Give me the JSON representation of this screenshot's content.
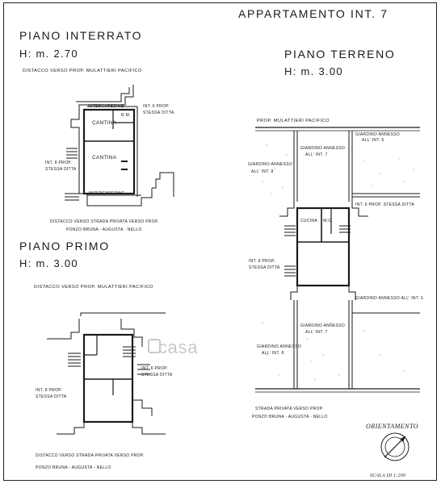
{
  "header": {
    "title": "APPARTAMENTO  INT. 7"
  },
  "interrato": {
    "title": "PIANO  INTERRATO",
    "height": "H:  m. 2.70",
    "top_note": "DISTACCO  VERSO  PROP. MULATTIERI  PACIFICO",
    "room1": "CANTINA",
    "room2": "CANTINA",
    "rm": "R.M.",
    "interc_top": "INTERCAPEDINE",
    "interc_bottom": "INTERCAPEDINE",
    "neighbor_right": "INT. 6  PROP.",
    "neighbor_right2": "STESSA  DITTA",
    "neighbor_left": "INT. 8  PROP.",
    "neighbor_left2": "STESSA  DITTA",
    "bottom_note1": "DISTACCO  VERSO  STRADA  PRIVATA  VERSO  PROP.",
    "bottom_note2": "PONZO  BRUNA - AUGUSTA - NELLO"
  },
  "terreno": {
    "title": "PIANO  TERRENO",
    "height": "H:  m. 3.00",
    "top_note": "PROP.  MULATTIERI  PACIFICO",
    "garden_a1": "GIARDINO  ANNESSO",
    "garden_a2": "ALL' INT. 7",
    "garden_b1": "GIARDINO  ANNESSO",
    "garden_b2": "ALL' INT. 6",
    "garden_c1": "GIARDINO  ANNESSO",
    "garden_c2": "ALL' INT. 8",
    "int6": "INT. 6  PROP.  STESSA  DITTA",
    "kitchen": "CUCINA",
    "wc": "W.C.",
    "int8a": "INT. 8  PROP.",
    "int8b": "STESSA  DITTA",
    "garden_d": "GIARDINO  ANNESSO  ALL' INT. 6",
    "garden_e1": "GIARDINO  ANNESSO",
    "garden_e2": "ALL' INT. 7",
    "garden_f1": "GIARDINO  ANNESSO",
    "garden_f2": "ALL' INT. 8",
    "bottom_note1": "STRADA  PRIVATA  VERSO  PROP.",
    "bottom_note2": "PONZO  BRUNA - AUGUSTA - NELLO"
  },
  "primo": {
    "title": "PIANO  PRIMO",
    "height": "H:  m.  3.00",
    "top_note": "DISTACCO    VERSO    PROP.  MULATTIERI  PACIFICO",
    "int6a": "INT. 6  PROP.",
    "int6b": "STESSA  DITTA",
    "int8a": "INT. 8  PROP.",
    "int8b": "STESSA  DITTA",
    "bottom_note1": "DISTACCO    VERSO    STRADA    PRIVATA    VERSO    PROP.",
    "bottom_note2": "PONZO  BRUNA - AUGUSTA - NELLO"
  },
  "orientation": {
    "label": "ORIENTAMENTO",
    "scale": "SCALA DI 1:200"
  },
  "watermark": {
    "text": "casa"
  }
}
